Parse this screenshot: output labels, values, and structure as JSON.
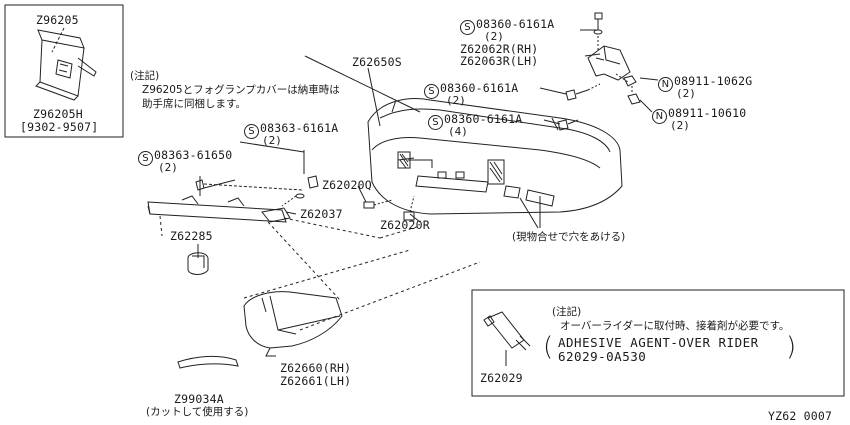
{
  "inset_box": {
    "part_top": "Z96205",
    "part_bottom": "Z96205H",
    "period": "[9302-9507]"
  },
  "note_top": {
    "heading": "(注記)",
    "line1": "Z96205とフォグランプカバーは納車時は",
    "line2": "助手席に同梱します。"
  },
  "labels": {
    "bumper": "Z62650S",
    "bolt_top": "08360-6161A",
    "bolt_top_qty": "(2)",
    "bracket_rh": "Z62062R(RH)",
    "bracket_lh": "Z62063R(LH)",
    "nut_1": "08911-1062G",
    "nut_1_qty": "(2)",
    "bolt_mid": "08360-6161A",
    "bolt_mid_qty": "(2)",
    "nut_2": "08911-10610",
    "nut_2_qty": "(2)",
    "bolt_low": "08360-6161A",
    "bolt_low_qty": "(4)",
    "screw_a": "08363-6161A",
    "screw_a_qty": "(2)",
    "screw_b": "08363-61650",
    "screw_b_qty": "(2)",
    "clip_q": "Z62020Q",
    "clip_r": "Z62020R",
    "reinforcement": "Z62037",
    "grommet": "Z62285",
    "cut_note": "(現物合せで穴をあける)",
    "over_rider_rh": "Z62660(RH)",
    "over_rider_lh": "Z62661(LH)",
    "strip": "Z99034A",
    "strip_note": "(カットして使用する)",
    "diagram_code": "YZ62 0007"
  },
  "symbols": {
    "s": "S",
    "n": "N"
  },
  "adhesive_box": {
    "heading": "(注記)",
    "line1": "オーバーライダーに取付時、接着剤が必要です。",
    "name": "ADHESIVE AGENT-OVER RIDER",
    "number": "62029-0A530",
    "part": "Z62029"
  }
}
